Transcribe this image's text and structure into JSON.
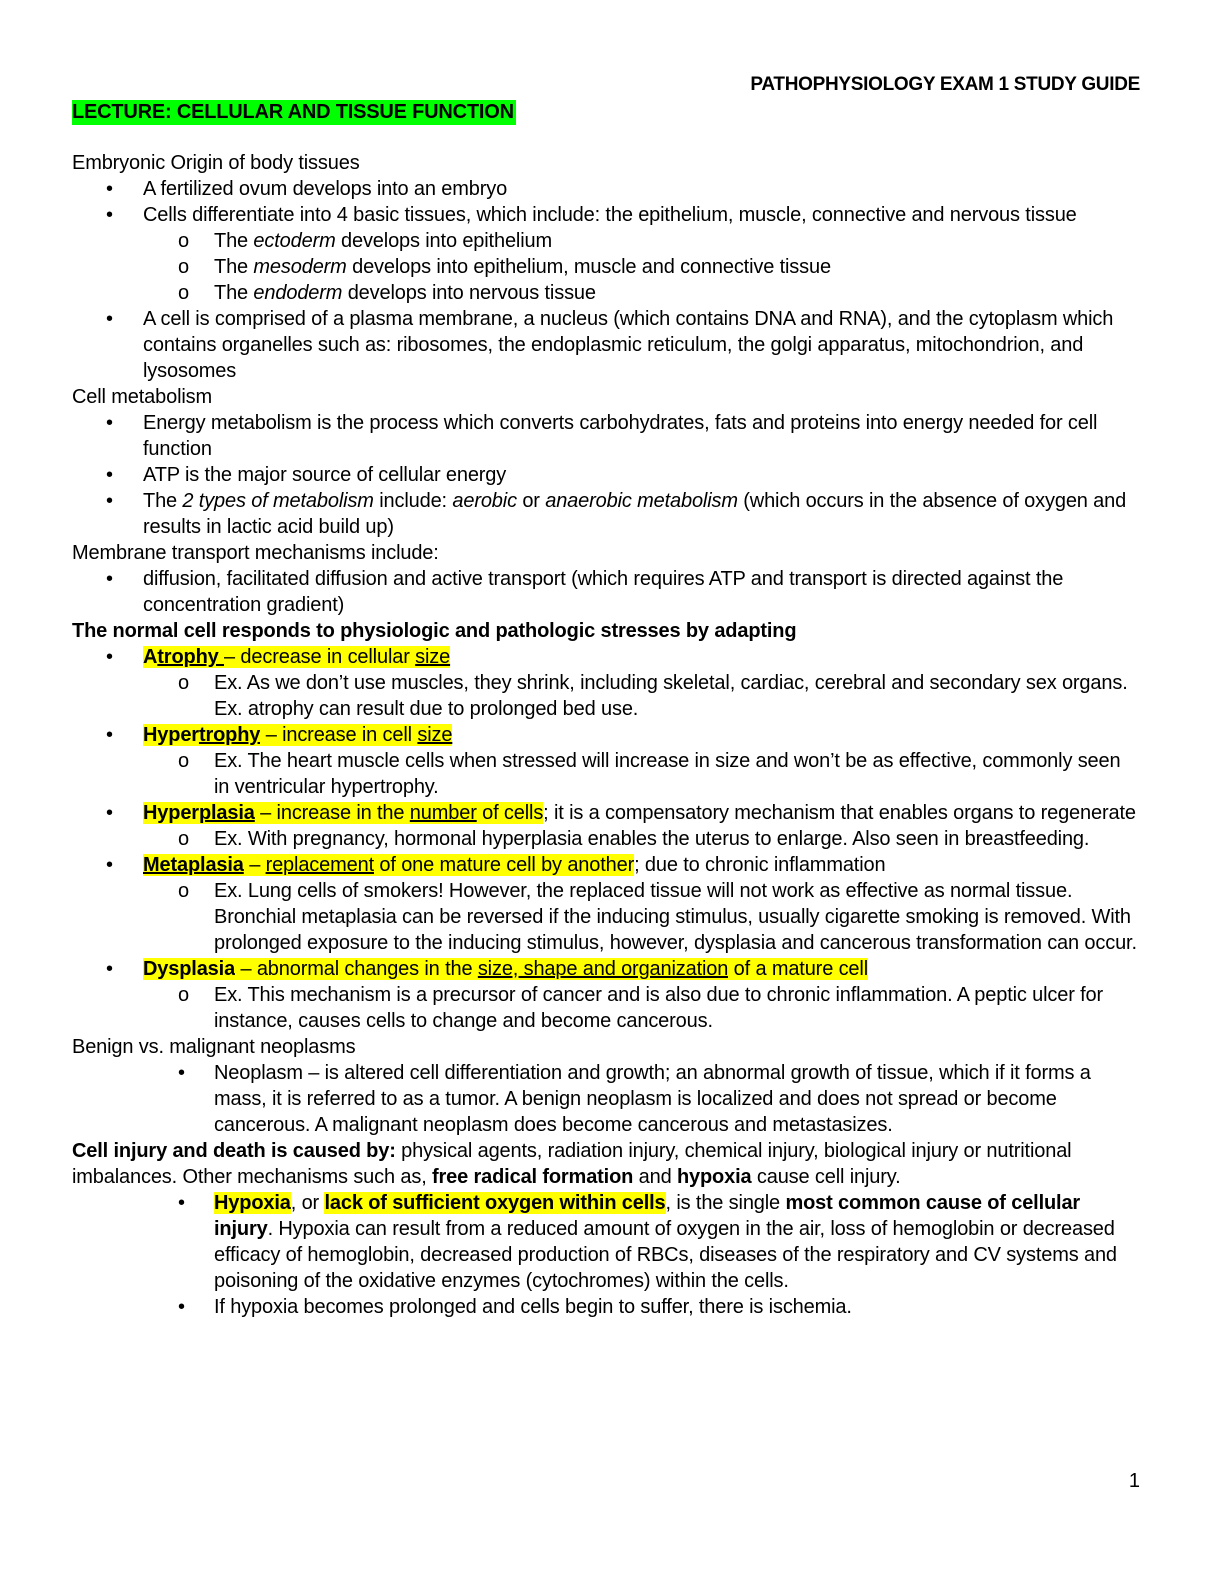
{
  "header": {
    "title": "PATHOPHYSIOLOGY EXAM 1 STUDY GUIDE",
    "lecture": "LECTURE: CELLULAR AND TISSUE FUNCTION"
  },
  "page_number": "1",
  "highlight_colors": {
    "lecture": "#00ff00",
    "term": "#ffff00"
  },
  "blocks": [
    {
      "level": 0,
      "marker": "",
      "segs": [
        {
          "t": "Embryonic Origin of body tissues"
        }
      ]
    },
    {
      "level": 1,
      "marker": "•",
      "segs": [
        {
          "t": "A fertilized ovum develops into an embryo"
        }
      ]
    },
    {
      "level": 1,
      "marker": "•",
      "segs": [
        {
          "t": "Cells differentiate into 4 basic tissues, which include: the epithelium, muscle, connective and nervous tissue"
        }
      ]
    },
    {
      "level": 2,
      "marker": "o",
      "segs": [
        {
          "t": "The "
        },
        {
          "t": "ectoderm",
          "i": 1
        },
        {
          "t": " develops into epithelium"
        }
      ]
    },
    {
      "level": 2,
      "marker": "o",
      "segs": [
        {
          "t": "The "
        },
        {
          "t": "mesoderm",
          "i": 1
        },
        {
          "t": " develops into epithelium, muscle and connective tissue"
        }
      ]
    },
    {
      "level": 2,
      "marker": "o",
      "segs": [
        {
          "t": "The "
        },
        {
          "t": "endoderm",
          "i": 1
        },
        {
          "t": " develops into nervous tissue"
        }
      ]
    },
    {
      "level": 1,
      "marker": "•",
      "segs": [
        {
          "t": "A cell is comprised of a plasma membrane, a nucleus (which contains DNA and RNA), and the cytoplasm which contains organelles such as: ribosomes, the endoplasmic reticulum, the golgi apparatus, mitochondrion, and lysosomes"
        }
      ]
    },
    {
      "level": 0,
      "marker": "",
      "segs": [
        {
          "t": "Cell metabolism"
        }
      ]
    },
    {
      "level": 1,
      "marker": "•",
      "segs": [
        {
          "t": "Energy metabolism is the process which converts carbohydrates, fats and proteins into energy needed for cell function"
        }
      ]
    },
    {
      "level": 1,
      "marker": "•",
      "segs": [
        {
          "t": "ATP is the major source of cellular energy"
        }
      ]
    },
    {
      "level": 1,
      "marker": "•",
      "segs": [
        {
          "t": "The "
        },
        {
          "t": "2 types of metabolism",
          "i": 1
        },
        {
          "t": " include: "
        },
        {
          "t": "aerobic",
          "i": 1
        },
        {
          "t": " or "
        },
        {
          "t": "anaerobic metabolism",
          "i": 1
        },
        {
          "t": " (which occurs in the absence of oxygen and results in lactic acid build up)"
        }
      ]
    },
    {
      "level": 0,
      "marker": "",
      "segs": [
        {
          "t": "Membrane transport mechanisms include:"
        }
      ]
    },
    {
      "level": 1,
      "marker": "•",
      "segs": [
        {
          "t": "diffusion, facilitated diffusion and active transport (which requires ATP and transport is directed against the concentration gradient)"
        }
      ]
    },
    {
      "level": 0,
      "marker": "",
      "segs": [
        {
          "t": "The normal cell responds to physiologic and pathologic stresses by adapting",
          "b": 1
        }
      ]
    },
    {
      "level": 1,
      "marker": "•",
      "segs": [
        {
          "t": "A",
          "b": 1,
          "h": 1
        },
        {
          "t": "trophy ",
          "b": 1,
          "u": 1,
          "h": 1
        },
        {
          "t": "– decrease in cellular ",
          "h": 1
        },
        {
          "t": "size",
          "u": 1,
          "h": 1
        }
      ]
    },
    {
      "level": 2,
      "marker": "o",
      "segs": [
        {
          "t": "Ex. As we don’t use muscles, they shrink, including skeletal, cardiac, cerebral and secondary sex organs. Ex. atrophy can result due to prolonged bed use."
        }
      ]
    },
    {
      "level": 1,
      "marker": "•",
      "segs": [
        {
          "t": "Hyper",
          "b": 1,
          "h": 1
        },
        {
          "t": "trophy",
          "b": 1,
          "u": 1,
          "h": 1
        },
        {
          "t": " – increase in cell ",
          "h": 1
        },
        {
          "t": "size",
          "u": 1,
          "h": 1
        }
      ]
    },
    {
      "level": 2,
      "marker": "o",
      "segs": [
        {
          "t": "Ex. The heart muscle cells when stressed will increase in size and won’t be as effective, commonly seen in ventricular hypertrophy."
        }
      ]
    },
    {
      "level": 1,
      "marker": "•",
      "segs": [
        {
          "t": "Hyper",
          "b": 1,
          "h": 1
        },
        {
          "t": "plasia",
          "b": 1,
          "u": 1,
          "h": 1
        },
        {
          "t": " – increase in the ",
          "h": 1
        },
        {
          "t": "number",
          "u": 1,
          "h": 1
        },
        {
          "t": " of cells",
          "h": 1
        },
        {
          "t": "; it is a compensatory mechanism that enables organs to regenerate"
        }
      ]
    },
    {
      "level": 2,
      "marker": "o",
      "segs": [
        {
          "t": "Ex. With pregnancy, hormonal hyperplasia enables the uterus to enlarge. Also seen in breastfeeding."
        }
      ]
    },
    {
      "level": 1,
      "marker": "•",
      "segs": [
        {
          "t": "Metaplasia",
          "b": 1,
          "u": 1,
          "h": 1
        },
        {
          "t": " – ",
          "h": 1
        },
        {
          "t": "replacement",
          "u": 1,
          "h": 1
        },
        {
          "t": " of one mature cell by another",
          "h": 1
        },
        {
          "t": "; due to chronic inflammation"
        }
      ]
    },
    {
      "level": 2,
      "marker": "o",
      "segs": [
        {
          "t": "Ex. Lung cells of smokers! However, the replaced tissue will not work as effective as normal tissue. Bronchial metaplasia can be reversed if the inducing stimulus, usually cigarette smoking is removed. With prolonged exposure to the inducing stimulus, however, dysplasia and cancerous transformation can occur."
        }
      ]
    },
    {
      "level": 1,
      "marker": "•",
      "segs": [
        {
          "t": "Dysplasia",
          "b": 1,
          "h": 1
        },
        {
          "t": " – abnormal changes in the ",
          "h": 1
        },
        {
          "t": "size, shape and organization",
          "u": 1,
          "h": 1
        },
        {
          "t": " of a mature cell",
          "h": 1
        }
      ]
    },
    {
      "level": 2,
      "marker": "o",
      "segs": [
        {
          "t": "Ex. This mechanism is a precursor of cancer and is also due to chronic inflammation. A peptic ulcer for instance, causes cells to change and become cancerous."
        }
      ]
    },
    {
      "level": 0,
      "marker": "",
      "segs": [
        {
          "t": "Benign vs. malignant neoplasms"
        }
      ]
    },
    {
      "level": 2,
      "marker": "•",
      "segs": [
        {
          "t": "Neoplasm – is altered cell differentiation and growth; an abnormal growth of tissue, which if it forms a mass, it is referred to as a tumor. A benign neoplasm is localized and does not spread or become cancerous. A malignant neoplasm does become cancerous and metastasizes."
        }
      ]
    },
    {
      "level": 0,
      "marker": "",
      "segs": [
        {
          "t": "Cell injury and death is caused by:",
          "b": 1
        },
        {
          "t": " physical agents, radiation injury, chemical injury, biological injury or nutritional imbalances. Other mechanisms such as, "
        },
        {
          "t": "free radical formation",
          "b": 1
        },
        {
          "t": " and "
        },
        {
          "t": "hypoxia",
          "b": 1
        },
        {
          "t": " cause cell injury."
        }
      ]
    },
    {
      "level": 2,
      "marker": "•",
      "segs": [
        {
          "t": "Hypoxia",
          "b": 1,
          "h": 1
        },
        {
          "t": ", or "
        },
        {
          "t": "lack of sufficient oxygen within cells",
          "b": 1,
          "h": 1
        },
        {
          "t": ", is the single "
        },
        {
          "t": "most common cause of cellular injury",
          "b": 1
        },
        {
          "t": ". Hypoxia can result from a reduced amount of oxygen in the air, loss of hemoglobin or decreased efficacy of hemoglobin, decreased production of RBCs, diseases of the respiratory and CV systems and poisoning of the oxidative enzymes (cytochromes) within the cells."
        }
      ]
    },
    {
      "level": 2,
      "marker": "•",
      "segs": [
        {
          "t": "If hypoxia becomes prolonged and cells begin to suffer, there is ischemia."
        }
      ]
    }
  ]
}
